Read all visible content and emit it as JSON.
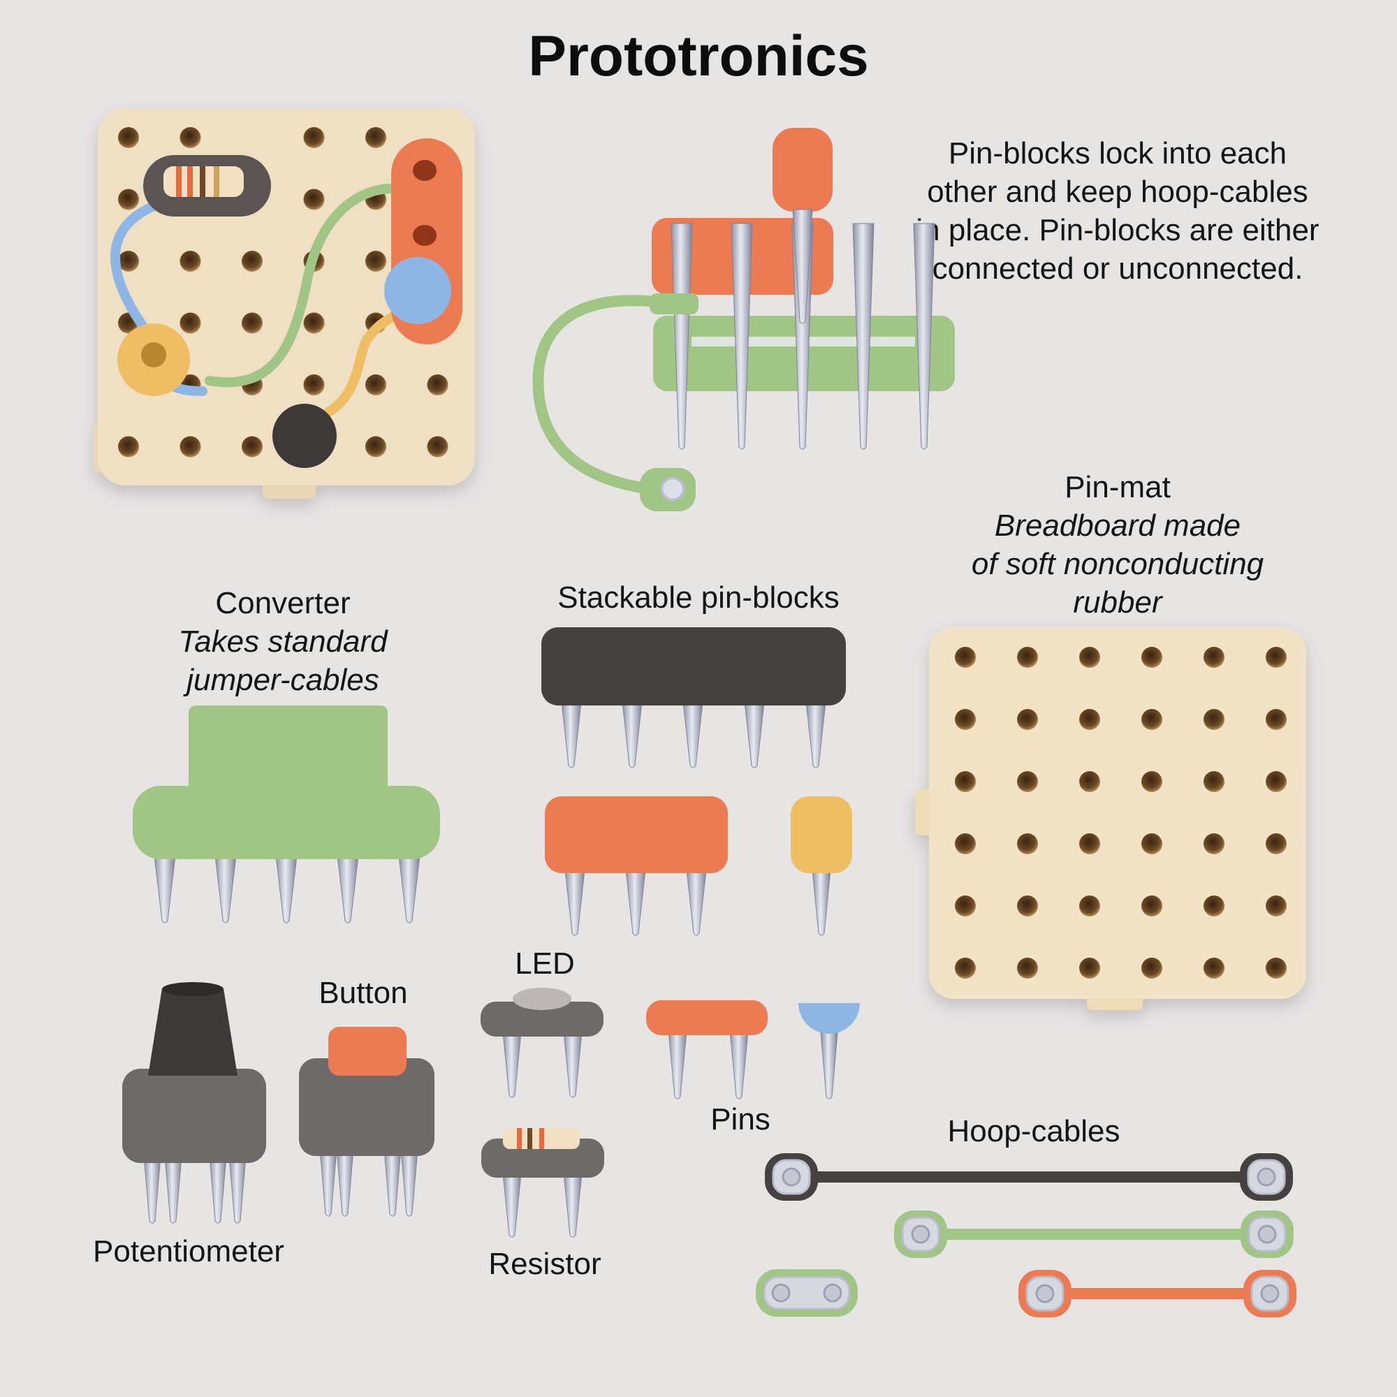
{
  "title": "Prototronics",
  "descriptions": {
    "pin_blocks": "Pin-blocks lock into each other and keep hoop-cables in place. Pin-blocks are either connected or unconnected.",
    "pin_blocks_lines": [
      "Pin-blocks lock into each",
      "other and keep hoop-cables",
      "in place. Pin-blocks are either",
      "connected or unconnected."
    ]
  },
  "labels": {
    "pin_mat": {
      "name": "Pin-mat",
      "desc_lines": [
        "Breadboard made",
        "of soft nonconducting",
        "rubber"
      ]
    },
    "converter": {
      "name": "Converter",
      "desc_lines": [
        "Takes standard",
        "jumper-cables"
      ]
    },
    "stackable": "Stackable pin-blocks",
    "led": "LED",
    "button": "Button",
    "pins": "Pins",
    "hoop_cables": "Hoop-cables",
    "potentiometer": "Potentiometer",
    "resistor": "Resistor"
  },
  "colors": {
    "background": "#e7e4e4",
    "board": "#efe0c4",
    "orange": "#ec7a52",
    "green": "#a0c585",
    "blue": "#8db6e4",
    "yellow": "#efbd63",
    "dark": "#454141",
    "gray": "#6e6a6a",
    "metal": "#b9bccc"
  }
}
